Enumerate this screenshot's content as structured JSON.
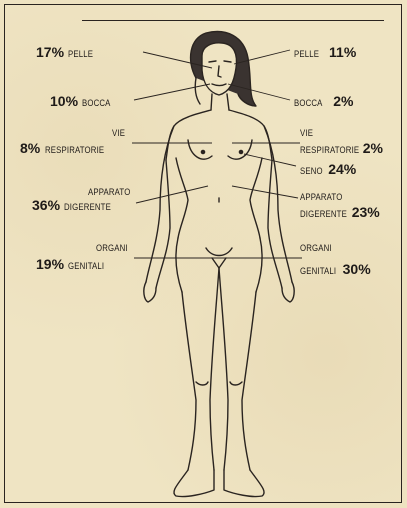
{
  "left": {
    "pelle": {
      "pct": "17%",
      "label": "PELLE"
    },
    "bocca": {
      "pct": "10%",
      "label": "BOCCA"
    },
    "vie": {
      "pct": "8%",
      "label_top": "VIE",
      "label_bottom": "RESPIRATORIE"
    },
    "apparato": {
      "pct": "36%",
      "label_top": "APPARATO",
      "label_bottom": "DIGERENTE"
    },
    "organi": {
      "pct": "19%",
      "label_top": "ORGANI",
      "label_bottom": "GENITALI"
    }
  },
  "right": {
    "pelle": {
      "pct": "11%",
      "label": "PELLE"
    },
    "bocca": {
      "pct": "2%",
      "label": "BOCCA"
    },
    "vie": {
      "pct": "2%",
      "label_top": "VIE",
      "label_bottom": "RESPIRATORIE"
    },
    "seno": {
      "pct": "24%",
      "label": "SENO"
    },
    "apparato": {
      "pct": "23%",
      "label_top": "APPARATO",
      "label_bottom": "DIGERENTE"
    },
    "organi": {
      "pct": "30%",
      "label_top": "ORGANI",
      "label_bottom": "GENITALI"
    }
  }
}
